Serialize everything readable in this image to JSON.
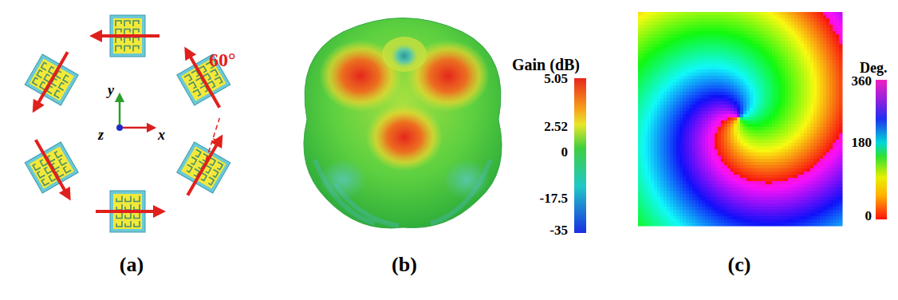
{
  "diagram": {
    "labels": [
      "y",
      "z",
      "x",
      "60°",
      "Gain (dB)",
      "5.05",
      "2.52",
      "0",
      "-17.5",
      "-35",
      "Deg.",
      "360",
      "180",
      "0",
      "(a)",
      "(b)",
      "(c)"
    ]
  }
}
